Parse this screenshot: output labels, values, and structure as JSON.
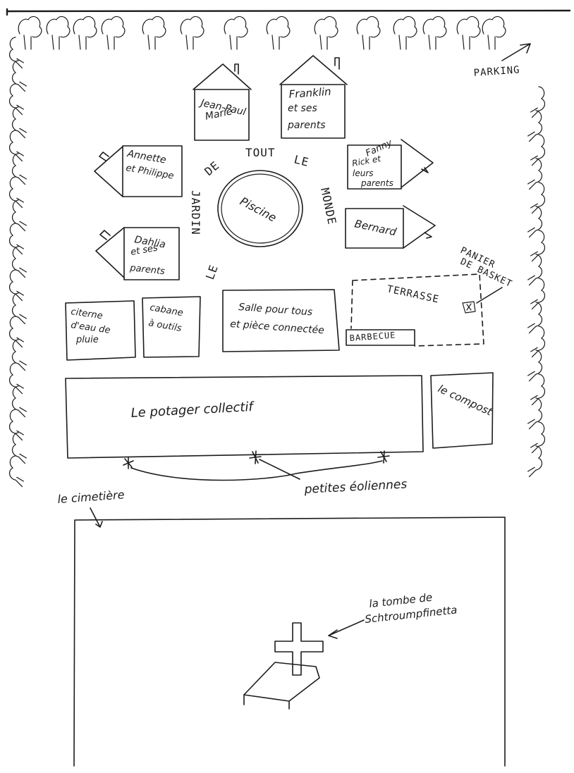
{
  "labels": {
    "parking": "PARKING",
    "house_jean_paul_1": "Jean-Paul",
    "house_jean_paul_2": "Marie",
    "house_franklin_1": "Franklin",
    "house_franklin_2": "et ses",
    "house_franklin_3": "parents",
    "house_annette_1": "Annette",
    "house_annette_2": "et Philippe",
    "house_fanny_1": "Fanny",
    "house_fanny_2": "Rick et",
    "house_fanny_3": "leurs",
    "house_fanny_4": "parents",
    "house_dahlia_1": "Dahlia",
    "house_dahlia_2": "et ses",
    "house_dahlia_3": "parents",
    "house_bernard": "Bernard",
    "garden_word_1": "LE",
    "garden_word_2": "JARDIN",
    "garden_word_3": "DE",
    "garden_word_4": "TOUT",
    "garden_word_5": "LE",
    "garden_word_6": "MONDE",
    "pool": "Piscine",
    "basket_1": "PANIER",
    "basket_2": "DE BASKET",
    "terrace": "TERRASSE",
    "barbecue": "BARBECUE",
    "rain_tank_1": "citerne",
    "rain_tank_2": "d'eau de",
    "rain_tank_3": "pluie",
    "tool_shed_1": "cabane",
    "tool_shed_2": "à outils",
    "common_room_1": "Salle pour tous",
    "common_room_2": "et pièce connectée",
    "vegetable_garden": "Le potager collectif",
    "compost": "le compost",
    "wind_turbines": "petites éoliennes",
    "cemetery": "le cimetière",
    "grave_1": "la tombe de",
    "grave_2": "Schtroumpfinetta"
  }
}
